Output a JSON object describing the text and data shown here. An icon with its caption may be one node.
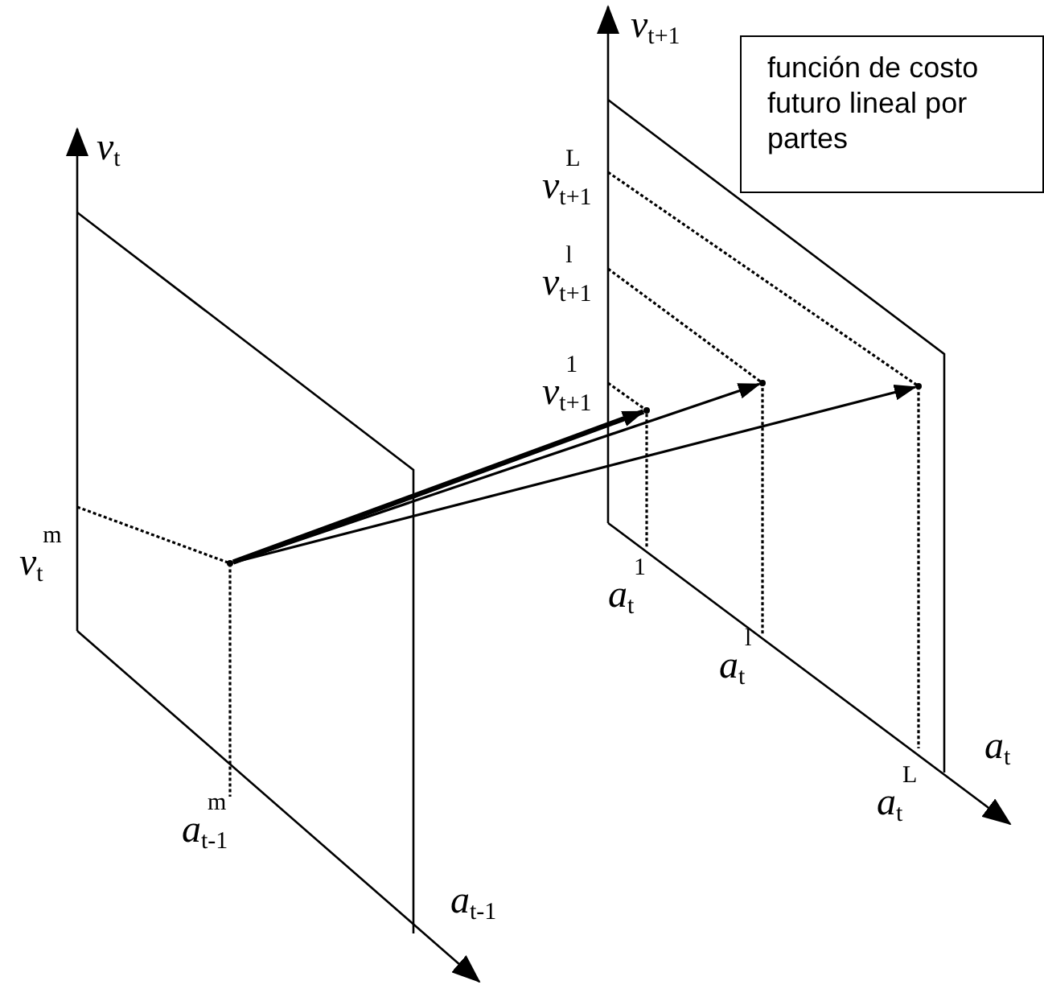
{
  "diagram": {
    "nodes": [
      {
        "text": [
          "función de costo futuro lineal por partes"
        ]
      },
      {
        "text": [],
        "shape": "dot"
      },
      {
        "text": [],
        "shape": "dot"
      },
      {
        "text": [],
        "shape": "dot"
      },
      {
        "text": [],
        "shape": "dot"
      }
    ],
    "edges": [
      {
        "from": 1,
        "to": 2,
        "arrow": "to",
        "style": "thick"
      },
      {
        "from": 1,
        "to": 3,
        "arrow": "to"
      },
      {
        "from": 1,
        "to": 4,
        "arrow": "to"
      }
    ],
    "labels": [
      "*v*$_{t+1}$",
      "*v*$_{t}$",
      "*v*$^{L}$$_{t+1}$",
      "*v*$^{l}$$_{t+1}$",
      "*v*$^{1}$$_{t+1}$",
      "*v*$^{m}$$_{t}$",
      "*a*$^{1}$$_{t}$",
      "*a*$^{l}$$_{t}$",
      "*a*$^{m}$$_{t-1}$",
      "*a*$_{t}$",
      "*a*$^{L}$$_{t}$",
      "*a*$_{t-1}$"
    ]
  }
}
